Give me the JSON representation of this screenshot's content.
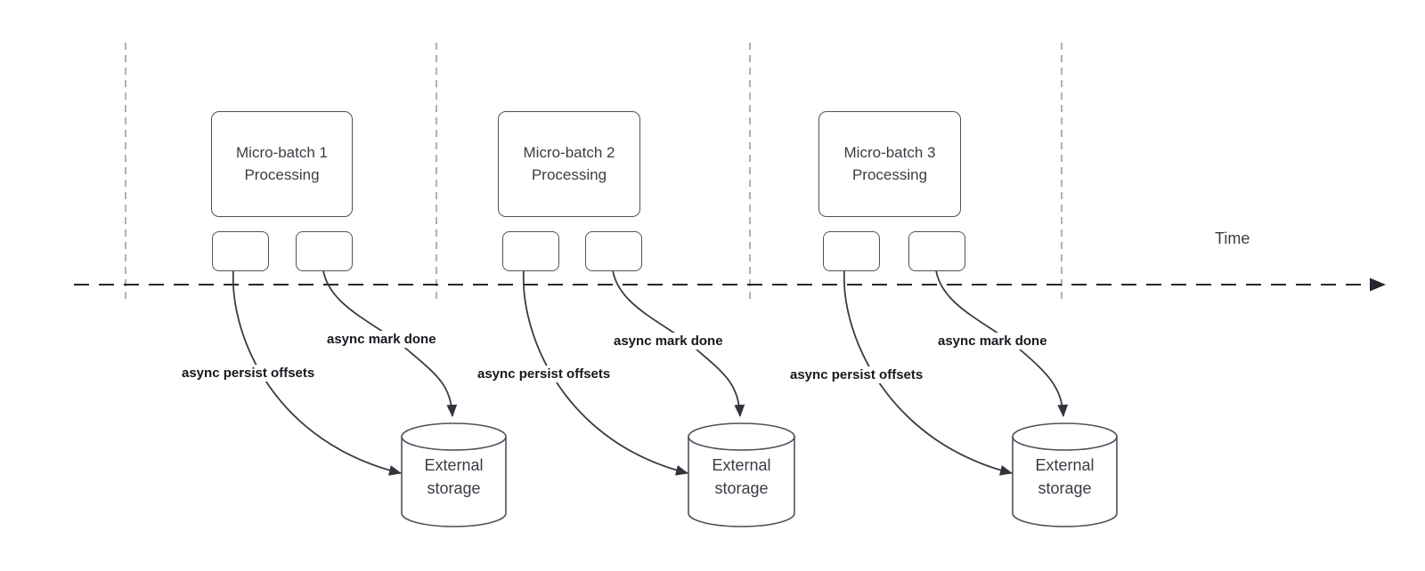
{
  "diagram": {
    "time_label": "Time",
    "sections": [
      {
        "box": "Micro-batch 1\nProcessing",
        "persist_label": "async persist offsets",
        "done_label": "async mark done",
        "storage": "External\nstorage"
      },
      {
        "box": "Micro-batch 2\nProcessing",
        "persist_label": "async persist offsets",
        "done_label": "async mark done",
        "storage": "External\nstorage"
      },
      {
        "box": "Micro-batch 3\nProcessing",
        "persist_label": "async persist offsets",
        "done_label": "async mark done",
        "storage": "External\nstorage"
      }
    ],
    "colors": {
      "timeline": "#26262e",
      "guide_line": "#b1b1b7",
      "shape_border": "#50505e",
      "shape_text": "#3c3c46",
      "flow_label_text": "#17171e",
      "curve": "#3a3a45",
      "background": "#ffffff"
    }
  }
}
